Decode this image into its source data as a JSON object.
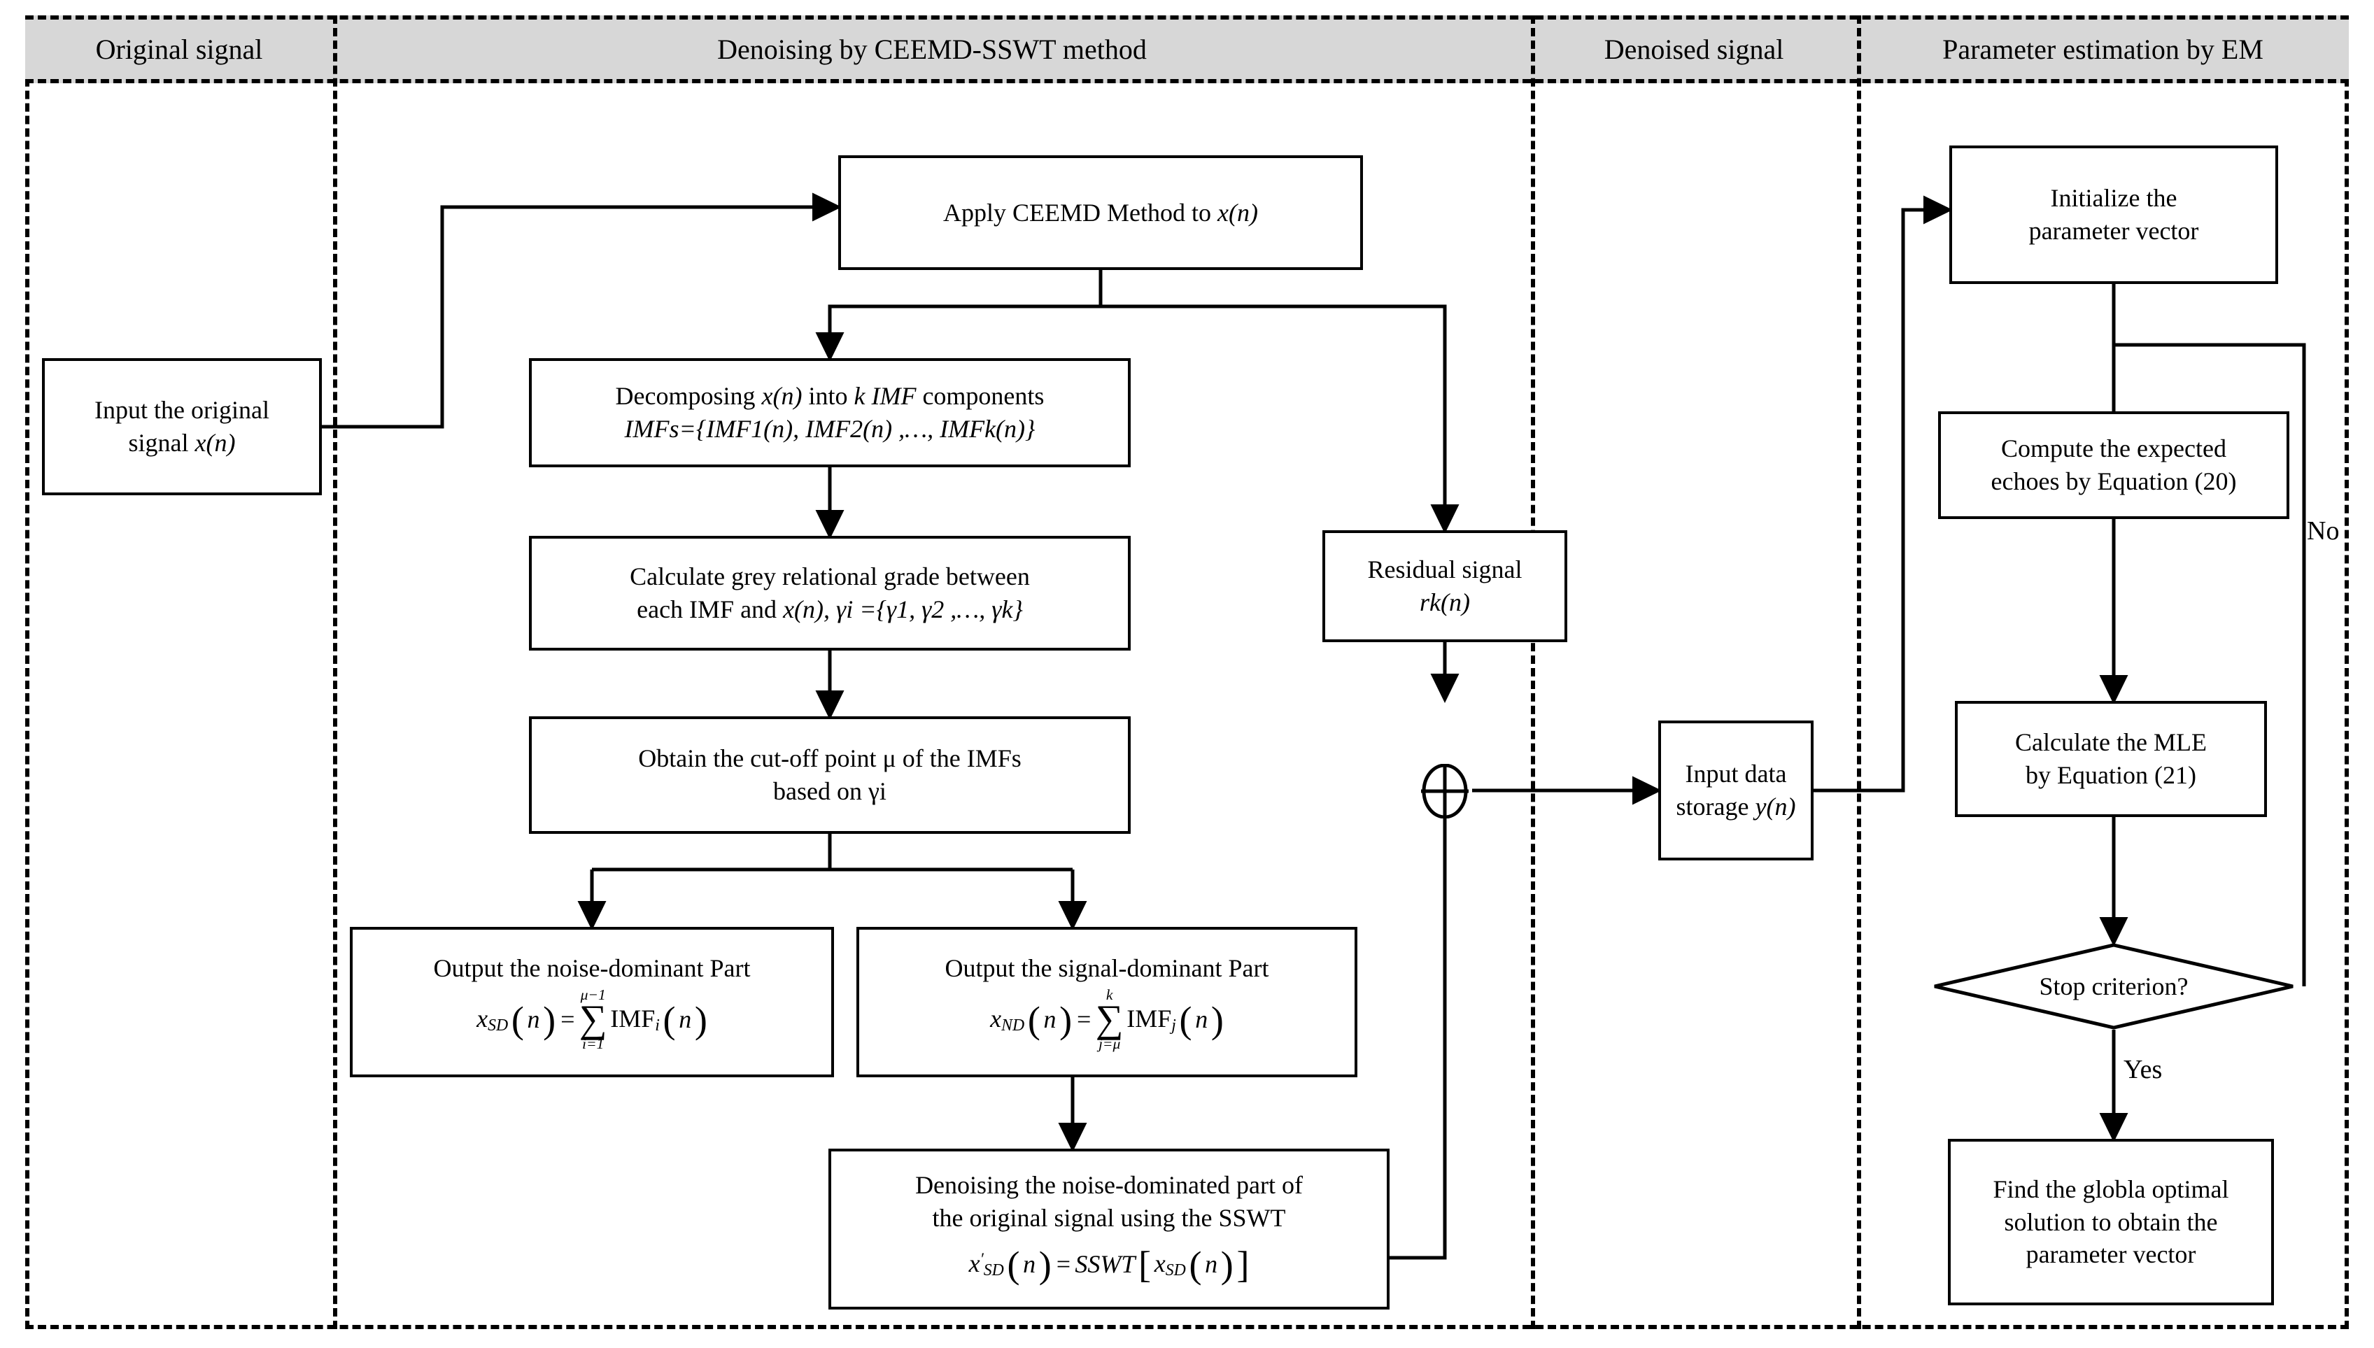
{
  "header": {
    "columns": [
      {
        "label": "Original signal"
      },
      {
        "label": "Denoising by CEEMD-SSWT method"
      },
      {
        "label": "Denoised signal"
      },
      {
        "label": "Parameter estimation by EM"
      }
    ]
  },
  "nodes": {
    "input_signal": {
      "line1": "Input the original",
      "line2_pre": "signal ",
      "line2_math": "x(n)"
    },
    "apply_ceemd": {
      "line1_pre": "Apply CEEMD Method  to ",
      "line1_math": "x(n)"
    },
    "decomposing": {
      "line1_a": "Decomposing ",
      "line1_b": "x(n)",
      "line1_c": " into ",
      "line1_d": "k IMF",
      "line1_e": " components",
      "line2": "IMFs={IMF1(n), IMF2(n) ,…, IMFk(n)}"
    },
    "grey_grade": {
      "line1": "Calculate grey relational grade between",
      "line2_a": "each IMF and ",
      "line2_b": "x(n)",
      "line2_c": ", γi ={γ1, γ2 ,…, γk}"
    },
    "cutoff": {
      "line1": "Obtain the cut-off point μ of the IMFs",
      "line2": "based on γi"
    },
    "noise_part": {
      "line1": "Output the noise-dominant Part",
      "formula": "xSD(n) = Σ from i=1 to μ−1 of IMFi(n)",
      "lhs": "x",
      "lhs_sub": "SD",
      "sum_top": "μ−1",
      "sum_bot": "i=1",
      "term": "IMF",
      "term_sub": "i"
    },
    "signal_part": {
      "line1": "Output the signal-dominant Part",
      "formula": "xND(n) = Σ from j=μ to k of IMFj(n)",
      "lhs": "x",
      "lhs_sub": "ND",
      "sum_top": "k",
      "sum_bot": "j=μ",
      "term": "IMF",
      "term_sub": "j"
    },
    "denoise_sswt": {
      "line1": "Denoising the noise-dominated part of",
      "line2": "the original signal using the SSWT",
      "formula": "x′SD(n) = SSWT[ xSD(n) ]"
    },
    "residual": {
      "line1": "Residual signal",
      "line2": "rk(n)"
    },
    "data_storage": {
      "line1": "Input data",
      "line2_pre": "storage ",
      "line2_math": "y(n)"
    },
    "initialize": {
      "line1": "Initialize the",
      "line2": "parameter vector"
    },
    "compute_echoes": {
      "line1": "Compute the expected",
      "line2": "echoes by Equation (20)"
    },
    "calc_mle": {
      "line1": "Calculate the MLE",
      "line2": "by Equation (21)"
    },
    "stop_criterion": {
      "label": "Stop criterion?"
    },
    "find_optimal": {
      "line1": "Find the globla optimal",
      "line2": "solution to obtain the",
      "line3": "parameter vector"
    },
    "sum_node": {
      "symbol": "⊕"
    }
  },
  "edge_labels": {
    "no": "No",
    "yes": "Yes"
  },
  "colors": {
    "header_fill": "#d7d7d7",
    "line": "#000000",
    "page_bg": "#ffffff"
  }
}
